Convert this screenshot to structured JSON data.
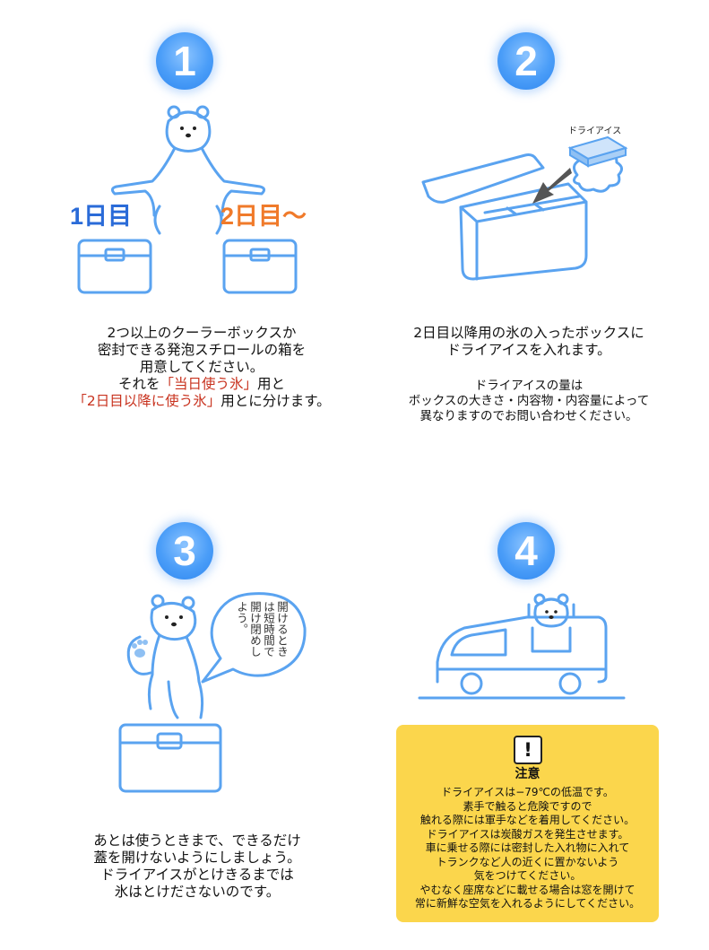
{
  "steps": [
    {
      "number": "1",
      "labels": {
        "day1": "1日目",
        "day2": "2日目〜"
      },
      "lines": [
        "2つ以上のクーラーボックスか",
        "密封できる発泡スチロールの箱を",
        "用意してください。"
      ],
      "line4_pre": "それを",
      "line4_red": "「当日使う氷」",
      "line4_post": "用と",
      "line5_red": "「2日目以降に使う氷」",
      "line5_post": "用とに分けます。"
    },
    {
      "number": "2",
      "label_dry_ice": "ドライアイス",
      "lines": [
        "2日目以降用の氷の入ったボックスに",
        "ドライアイスを入れます。"
      ],
      "note_lines": [
        "ドライアイスの量は",
        "ボックスの大きさ・内容物・内容量によって",
        "異なりますのでお問い合わせください。"
      ]
    },
    {
      "number": "3",
      "bubble": "開けるときは短時間で開け閉めしよう。",
      "lines": [
        "あとは使うときまで、できるだけ",
        "蓋を開けないようにしましょう。",
        "ドライアイスがとけきるまでは",
        "氷はとけださないのです。"
      ]
    },
    {
      "number": "4",
      "caution": {
        "icon": "!",
        "title": "注意",
        "lines": [
          "ドライアイスは−79℃の低温です。",
          "素手で触ると危険ですので",
          "触れる際には軍手などを着用してください。",
          "ドライアイスは炭酸ガスを発生させます。",
          "車に乗せる際には密封した入れ物に入れて",
          "トランクなど人の近くに置かないよう",
          "気をつけてください。",
          "やむなく座席などに載せる場合は窓を開けて",
          "常に新鮮な空気を入れるようにしてください。"
        ]
      }
    }
  ],
  "colors": {
    "line": "#5aa3f0",
    "accent_blue": "#2a6bd8",
    "accent_orange": "#f07a2a",
    "caution_bg": "#fbd64c",
    "red_text": "#c8321e"
  }
}
